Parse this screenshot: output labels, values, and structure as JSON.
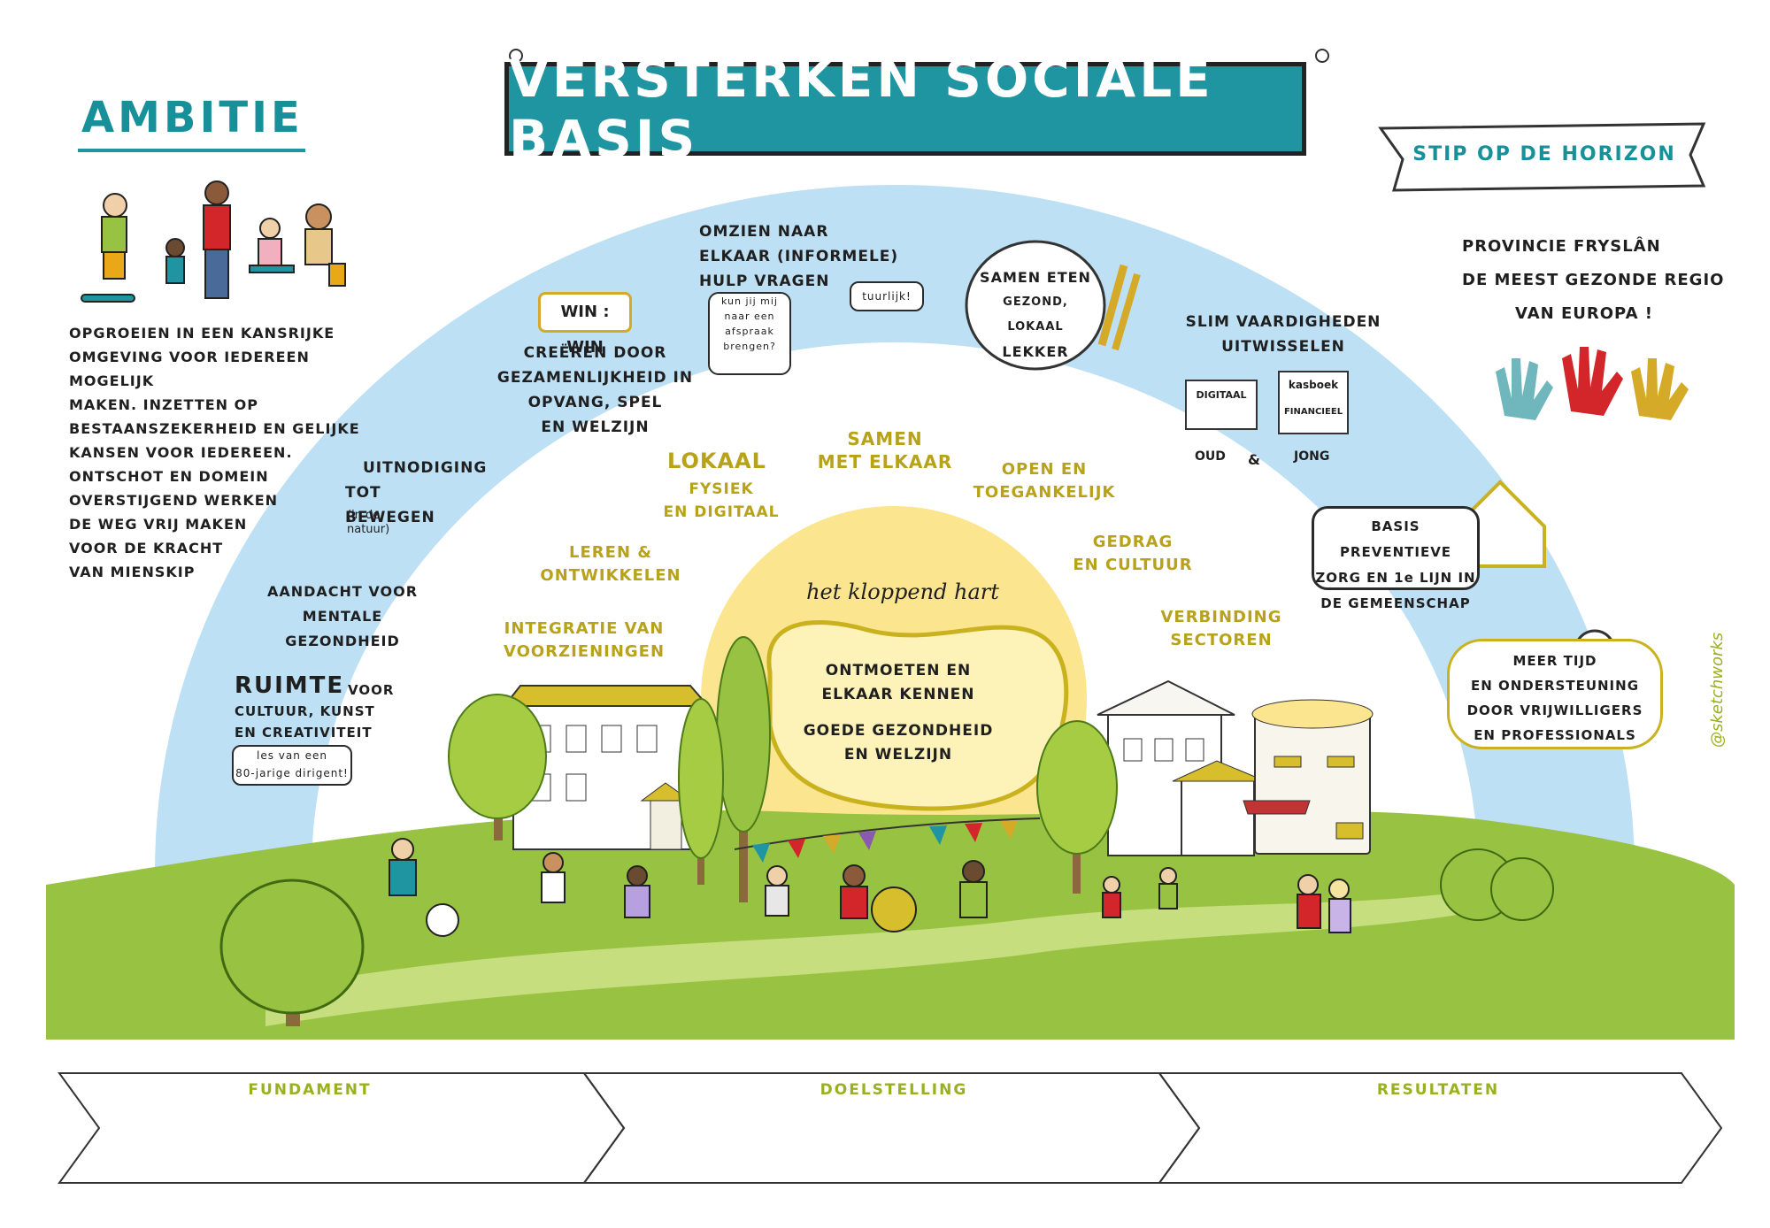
{
  "title": "VERSTERKEN SOCIALE BASIS",
  "ambitie": {
    "heading": "AMBITIE",
    "text": [
      "OPGROEIEN IN EEN KANSRIJKE",
      "OMGEVING VOOR IEDEREEN MOGELIJK",
      "MAKEN. INZETTEN OP",
      "BESTAANSZEKERHEID EN GELIJKE",
      "KANSEN VOOR IEDEREEN.",
      "ONTSCHOT EN DOMEIN",
      "OVERSTIJGEND WERKEN",
      "DE WEG VRIJ MAKEN",
      "VOOR DE KRACHT",
      "VAN MIENSKIP"
    ]
  },
  "horizon": {
    "ribbon": "STIP OP DE HORIZON",
    "text": [
      "PROVINCIE FRYSLÂN",
      "DE MEEST GEZONDE REGIO",
      "VAN EUROPA !"
    ]
  },
  "arc_items": {
    "win_win_badge": "WIN : WIN",
    "win_win": [
      "CREËREN DOOR",
      "GEZAMENLIJKHEID IN",
      "OPVANG, SPEL",
      "EN WELZIJN"
    ],
    "omzien": [
      "OMZIEN NAAR",
      "ELKAAR (INFORMELE)",
      "HULP VRAGEN"
    ],
    "bubble_question": [
      "kun jij mij",
      "naar een",
      "afspraak",
      "brengen?"
    ],
    "bubble_answer": "tuurlijk!",
    "samen_eten": [
      "SAMEN ETEN",
      "GEZOND, LOKAAL",
      "LEKKER"
    ],
    "vaardigheden": [
      "SLIM VAARDIGHEDEN",
      "UITWISSELEN"
    ],
    "digitaal": "DIGITAAL",
    "kasboek": "kasboek",
    "financieel": "FINANCIEEL",
    "oud": "OUD",
    "amp": "&",
    "jong": "JONG",
    "bewegen": [
      "UITNODIGING",
      "TOT BEWEGEN"
    ],
    "natuur": [
      "(in de",
      "natuur)"
    ],
    "mentaal": [
      "AANDACHT VOOR",
      "MENTALE GEZONDHEID"
    ],
    "ruimte_big": "RUIMTE",
    "ruimte": [
      "VOOR",
      "CULTUUR, KUNST",
      "EN CREATIVITEIT"
    ],
    "dirigent": [
      "les van een",
      "80-jarige dirigent!"
    ],
    "preventie": [
      "BASIS PREVENTIEVE",
      "ZORG EN 1e LIJN IN",
      "DE GEMEENSCHAP"
    ],
    "meer_tijd": [
      "MEER TIJD",
      "EN ONDERSTEUNING",
      "DOOR VRIJWILLIGERS",
      "EN PROFESSIONALS"
    ]
  },
  "inner_labels": {
    "lokaal": "LOKAAL",
    "fysiek": [
      "FYSIEK",
      "EN DIGITAAL"
    ],
    "samen": [
      "SAMEN",
      "MET ELKAAR"
    ],
    "open": [
      "OPEN EN",
      "TOEGANKELIJK"
    ],
    "leren": [
      "LEREN &",
      "ONTWIKKELEN"
    ],
    "gedrag": [
      "GEDRAG",
      "EN CULTUUR"
    ],
    "integratie": [
      "INTEGRATIE VAN",
      "VOORZIENINGEN"
    ],
    "verbinding": [
      "VERBINDING",
      "SECTOREN"
    ]
  },
  "heart": {
    "label": "het kloppend hart",
    "lines": [
      "ONTMOETEN EN",
      "ELKAAR KENNEN",
      "",
      "GOEDE GEZONDHEID",
      "EN WELZIJN"
    ]
  },
  "arrows": [
    "FUNDAMENT",
    "DOELSTELLING",
    "RESULTATEN"
  ],
  "signature": "@sketchworks",
  "colors": {
    "teal": "#1e95a0",
    "sky": "#bde0f5",
    "gold": "#c9b21e",
    "sun": "#fbe58f",
    "grass": "#98c242",
    "grass_light": "#c6de7d",
    "hand_teal": "#6fb7bc",
    "hand_red": "#d3262b",
    "hand_gold": "#d4aa28"
  }
}
